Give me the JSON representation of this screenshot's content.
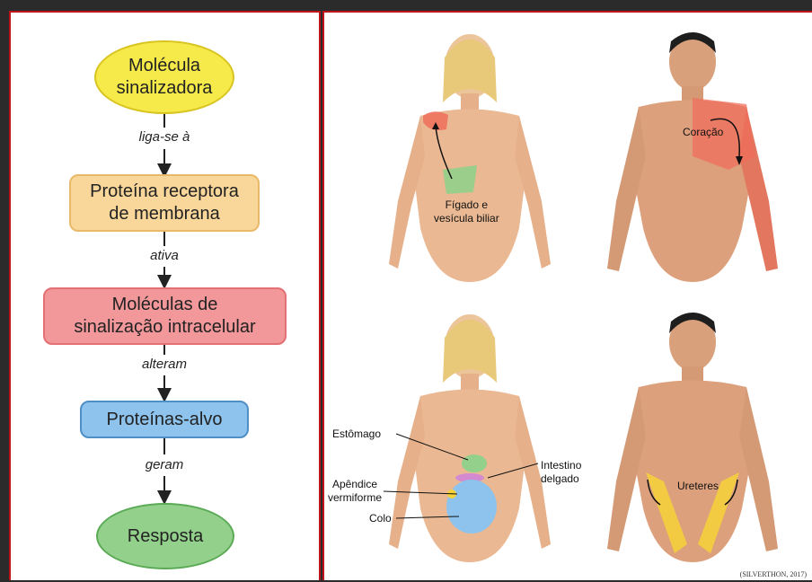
{
  "flow": {
    "signal_molecule": "Molécula\nsinalizadora",
    "binds_to": "liga-se à",
    "receptor": "Proteína receptora\nde membrana",
    "activates": "ativa",
    "intracellular": "Moléculas de\nsinalização intracelular",
    "alter": "alteram",
    "target": "Proteínas-alvo",
    "generate": "geram",
    "response": "Resposta"
  },
  "anatomy": {
    "liver": "Fígado e\nvesícula biliar",
    "heart": "Coração",
    "stomach": "Estômago",
    "intestine": "Intestino\ndelgado",
    "appendix": "Apêndice\nvermiforme",
    "colon": "Colo",
    "ureters": "Ureteres"
  },
  "colors": {
    "yellow": "#f6ea4a",
    "orange": "#f9d69a",
    "pink": "#f2979a",
    "blue": "#8dc3ec",
    "green": "#93d08b",
    "border_red": "#c0141b"
  },
  "credit": "(SILVERTHON, 2017)"
}
